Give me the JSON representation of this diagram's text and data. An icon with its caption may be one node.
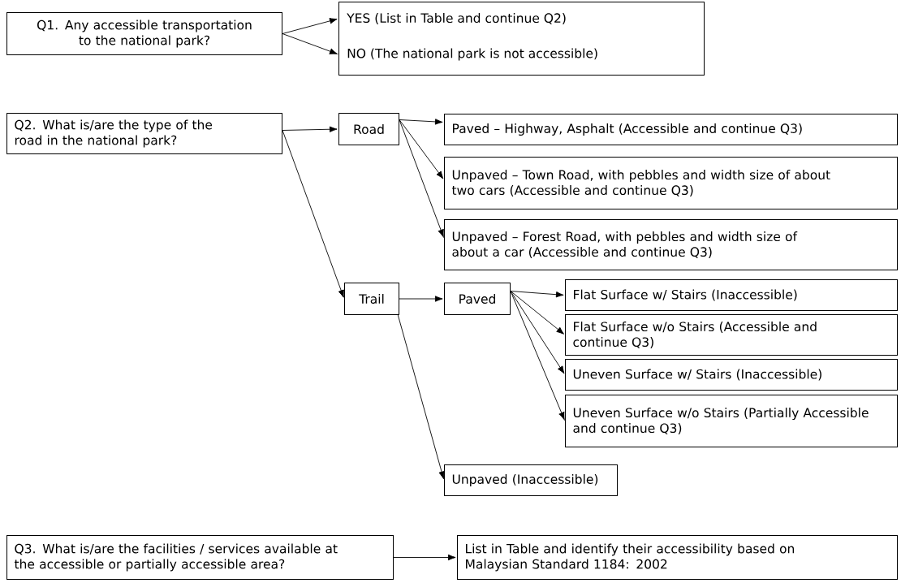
{
  "diagram": {
    "nodes": [
      {
        "text": [
          "Q1. Any accessible transportation to the national park?"
        ]
      },
      {
        "text": [],
        "shape": "box"
      },
      {
        "text": [
          "YES (List in Table and continue Q2)"
        ],
        "in": 1
      },
      {
        "text": [
          "NO (The national park is not accessible)"
        ],
        "in": 1
      },
      {
        "text": [
          "Q2. What is/are the type of the road in the national park?"
        ]
      },
      {
        "text": [
          "Road"
        ]
      },
      {
        "text": [
          "Paved – Highway, Asphalt (Accessible and continue Q3)"
        ]
      },
      {
        "text": [
          "Unpaved – Town Road, with pebbles and width size of about two cars (Accessible and continue Q3)"
        ]
      },
      {
        "text": [
          "Unpaved – Forest Road, with pebbles and width size of about a car (Accessible and continue Q3)"
        ]
      },
      {
        "text": [
          "Trail"
        ]
      },
      {
        "text": [
          "Paved"
        ]
      },
      {
        "text": [
          "Flat Surface w/ Stairs (Inaccessible)"
        ]
      },
      {
        "text": [
          "Flat Surface w/o Stairs (Accessible and continue Q3)"
        ]
      },
      {
        "text": [
          "Uneven Surface w/ Stairs (Inaccessible)"
        ]
      },
      {
        "text": [
          "Uneven Surface w/o Stairs (Partially Accessible and continue Q3)"
        ]
      },
      {
        "text": [
          "Unpaved (Inaccessible)"
        ]
      },
      {
        "text": [
          "Q3. What is/are the facilities / services available at the accessible or partially accessible area?"
        ]
      },
      {
        "text": [
          "List in Table and identify their accessibility based on Malaysian Standard 1184: 2002"
        ]
      }
    ],
    "edges": [
      {
        "from": 0,
        "to": 2,
        "arrow": "to"
      },
      {
        "from": 0,
        "to": 3,
        "arrow": "to"
      },
      {
        "from": 4,
        "to": 5,
        "arrow": "to"
      },
      {
        "from": 4,
        "to": 9,
        "arrow": "to"
      },
      {
        "from": 5,
        "to": 6,
        "arrow": "to"
      },
      {
        "from": 5,
        "to": 7,
        "arrow": "to"
      },
      {
        "from": 5,
        "to": 8,
        "arrow": "to"
      },
      {
        "from": 9,
        "to": 10,
        "arrow": "to"
      },
      {
        "from": 9,
        "to": 15,
        "arrow": "to"
      },
      {
        "from": 10,
        "to": 11,
        "arrow": "to"
      },
      {
        "from": 10,
        "to": 12,
        "arrow": "to"
      },
      {
        "from": 10,
        "to": 13,
        "arrow": "to"
      },
      {
        "from": 10,
        "to": 14,
        "arrow": "to"
      },
      {
        "from": 16,
        "to": 17,
        "arrow": "to"
      }
    ]
  }
}
